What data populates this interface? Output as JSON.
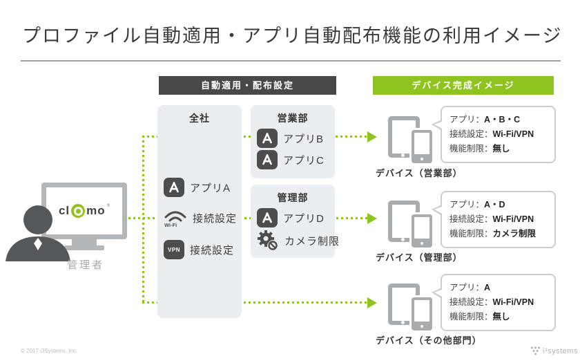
{
  "title": "プロファイル自動適用・アプリ自動配布機能の利用イメージ",
  "headers": {
    "settings": "自動適用・配布設定",
    "device_image": "デバイス完成イメージ"
  },
  "admin": {
    "label": "管理者",
    "logo_left": "cl",
    "logo_right": "mo",
    "logo_reg": "®"
  },
  "panels": {
    "company": {
      "title": "全社",
      "items": [
        {
          "icon": "appstore-icon",
          "label": "アプリA"
        },
        {
          "icon": "wifi-icon",
          "label": "接続設定"
        },
        {
          "icon": "vpn-icon",
          "label": "接続設定"
        }
      ]
    },
    "sales": {
      "title": "営業部",
      "items": [
        {
          "icon": "appstore-icon",
          "label": "アプリB"
        },
        {
          "icon": "appstore-icon",
          "label": "アプリC"
        }
      ]
    },
    "management": {
      "title": "管理部",
      "items": [
        {
          "icon": "appstore-icon",
          "label": "アプリD"
        },
        {
          "icon": "gear-restriction-icon",
          "label": "カメラ制限"
        }
      ]
    }
  },
  "icon_labels": {
    "wifi": "Wi-Fi",
    "vpn": "VPN"
  },
  "devices": [
    {
      "label": "デバイス（営業部）",
      "bubble": [
        {
          "k": "アプリ：",
          "v": "A・B・C"
        },
        {
          "k": "接続設定：",
          "v": "Wi-Fi/VPN"
        },
        {
          "k": "機能制限：",
          "v": "無し"
        }
      ]
    },
    {
      "label": "デバイス（管理部）",
      "bubble": [
        {
          "k": "アプリ：",
          "v": "A・D"
        },
        {
          "k": "接続設定：",
          "v": "Wi-Fi/VPN"
        },
        {
          "k": "機能制限：",
          "v": "カメラ制限"
        }
      ]
    },
    {
      "label": "デバイス（その他部門）",
      "bubble": [
        {
          "k": "アプリ：",
          "v": "A"
        },
        {
          "k": "接続設定：",
          "v": "Wi-Fi/VPN"
        },
        {
          "k": "機能制限：",
          "v": "無し"
        }
      ]
    }
  ],
  "footer": {
    "copyright": "© 2017 i3Systems, Inc.",
    "logo_text": "i³systems"
  },
  "colors": {
    "green": "#8fc31f",
    "dark": "#484848",
    "panel_gray": "#ebeef1",
    "device_gray": "#a9acae"
  }
}
